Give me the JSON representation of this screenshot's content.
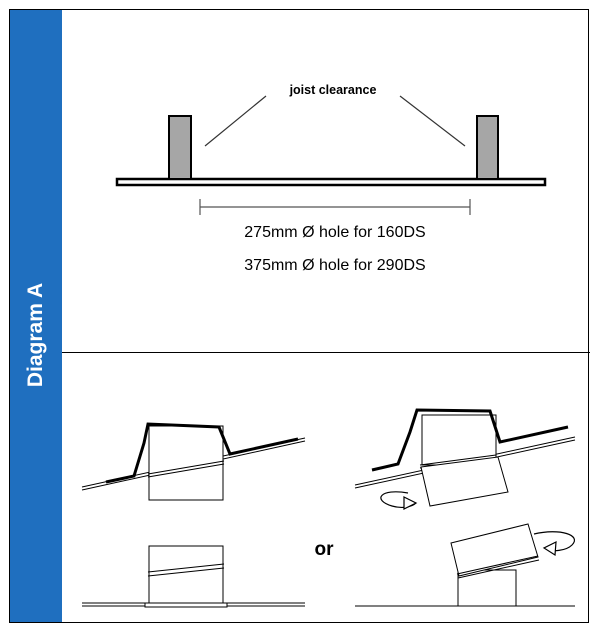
{
  "sidebar": {
    "label": "Diagram A",
    "color": "#1f6fbf"
  },
  "top": {
    "callout": "joist clearance",
    "hole_160": "275mm Ø hole for 160DS",
    "hole_290": "375mm Ø hole for 290DS"
  },
  "bottom": {
    "or_label": "or"
  },
  "colors": {
    "joist_fill": "#a6a6a6",
    "frame": "#000000"
  }
}
